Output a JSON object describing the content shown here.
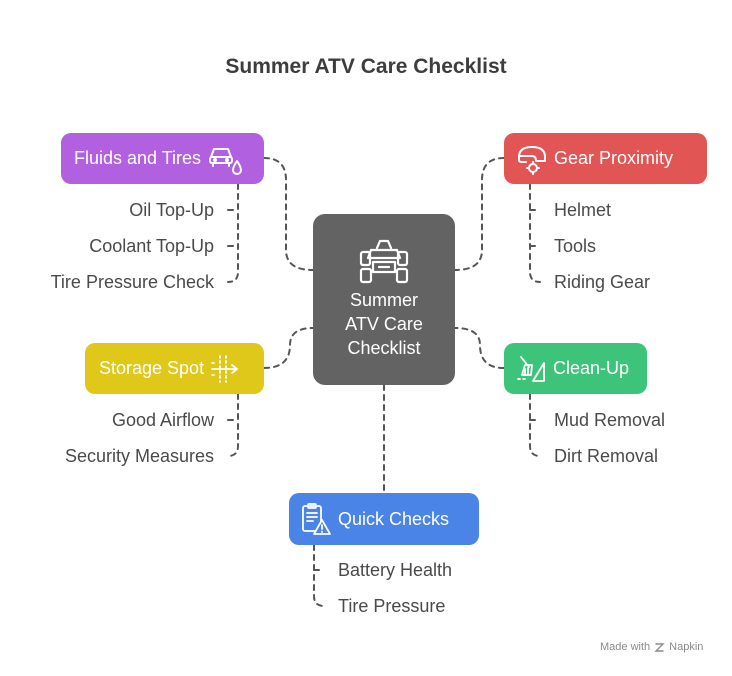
{
  "title": "Summer ATV Care Checklist",
  "center": {
    "lines": [
      "Summer",
      "ATV Care",
      "Checklist"
    ],
    "icon": "atv-icon"
  },
  "colors": {
    "fluids": "#b160e0",
    "gear": "#e25555",
    "storage": "#dfc81a",
    "cleanup": "#3ec47a",
    "quick": "#4a84e6",
    "center": "#636363",
    "connector": "#555555"
  },
  "categories": {
    "fluids": {
      "label": "Fluids and Tires",
      "icon": "car-oil-drop-icon",
      "items": [
        "Oil Top-Up",
        "Coolant Top-Up",
        "Tire Pressure Check"
      ]
    },
    "gear": {
      "label": "Gear Proximity",
      "icon": "helmet-gear-icon",
      "items": [
        "Helmet",
        "Tools",
        "Riding Gear"
      ]
    },
    "storage": {
      "label": "Storage Spot",
      "icon": "airflow-icon",
      "items": [
        "Good Airflow",
        "Security Measures"
      ]
    },
    "cleanup": {
      "label": "Clean-Up",
      "icon": "broom-icon",
      "items": [
        "Mud Removal",
        "Dirt Removal"
      ]
    },
    "quick": {
      "label": "Quick Checks",
      "icon": "clipboard-warning-icon",
      "items": [
        "Battery Health",
        "Tire Pressure"
      ]
    }
  },
  "footer": {
    "made_with": "Made with",
    "brand": "Napkin"
  }
}
